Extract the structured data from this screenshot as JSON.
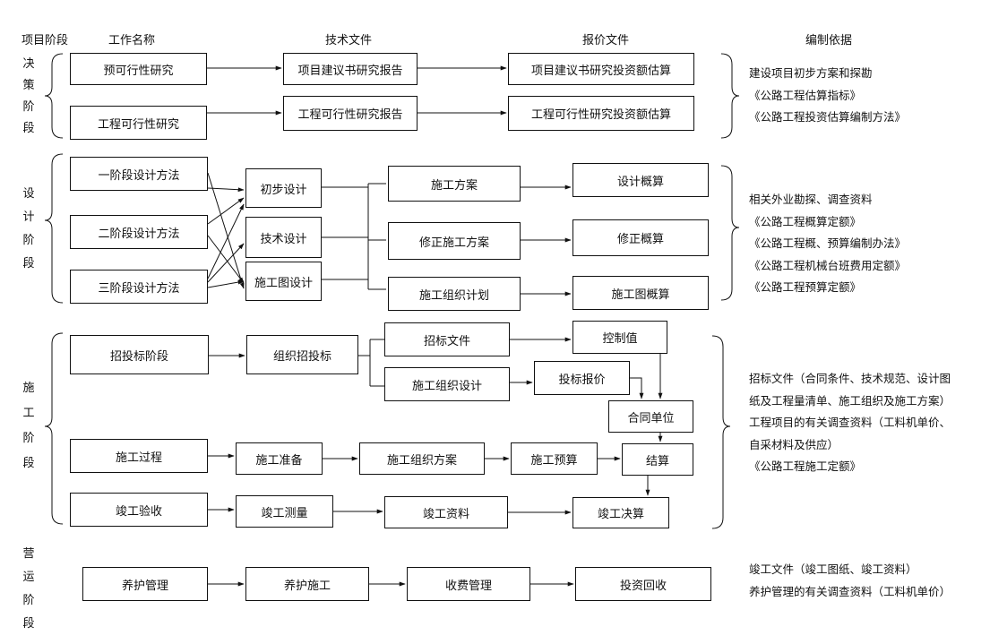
{
  "headers": {
    "stage": "项目阶段",
    "work": "工作名称",
    "tech": "技术文件",
    "quote": "报价文件",
    "basis": "编制依据"
  },
  "stages": {
    "decision": [
      "决",
      "策",
      "阶",
      "段"
    ],
    "design": [
      "设",
      "计",
      "阶",
      "段"
    ],
    "construction": [
      "施",
      "工",
      "阶",
      "段"
    ],
    "operation": [
      "营",
      "运",
      "阶",
      "段"
    ]
  },
  "boxes": {
    "prefeasibility": "预可行性研究",
    "feasibility": "工程可行性研究",
    "proposal_report": "项目建议书研究报告",
    "feasibility_report": "工程可行性研究报告",
    "proposal_estimate": "项目建议书研究投资额估算",
    "feasibility_estimate": "工程可行性研究投资额估算",
    "one_stage": "一阶段设计方法",
    "two_stage": "二阶段设计方法",
    "three_stage": "三阶段设计方法",
    "preliminary": "初步设计",
    "technical": "技术设计",
    "construction_drawing": "施工图设计",
    "construction_plan": "施工方案",
    "revised_plan": "修正施工方案",
    "org_plan": "施工组织计划",
    "design_budget": "设计概算",
    "revised_budget": "修正概算",
    "drawing_budget": "施工图概算",
    "bidding_stage": "招投标阶段",
    "organize_bidding": "组织招投标",
    "tender_docs": "招标文件",
    "org_design": "施工组织设计",
    "control_value": "控制值",
    "bid_quote": "投标报价",
    "contract_unit": "合同单位",
    "process": "施工过程",
    "preparation": "施工准备",
    "org_scheme": "施工组织方案",
    "construction_budget": "施工预算",
    "settlement": "结算",
    "acceptance": "竣工验收",
    "survey": "竣工测量",
    "materials": "竣工资料",
    "final_account": "竣工决算",
    "maintenance_mgmt": "养护管理",
    "maintenance_work": "养护施工",
    "toll_mgmt": "收费管理",
    "investment_recovery": "投资回收"
  },
  "basis": {
    "decision": [
      "建设项目初步方案和探勘",
      "《公路工程估算指标》",
      "《公路工程投资估算编制方法》"
    ],
    "design": [
      "相关外业勘探、调查资料",
      "《公路工程概算定额》",
      "《公路工程概、预算编制办法》",
      "《公路工程机械台班费用定额》",
      "《公路工程预算定额》"
    ],
    "construction": [
      "招标文件（合同条件、技术规范、设计图",
      "纸及工程量清单、施工组织及施工方案）",
      "工程项目的有关调查资料（工料机单价、",
      "自采材料及供应）",
      "《公路工程施工定额》"
    ],
    "operation": [
      "竣工文件（竣工图纸、竣工资料）",
      "养护管理的有关调查资料（工料机单价）"
    ]
  }
}
